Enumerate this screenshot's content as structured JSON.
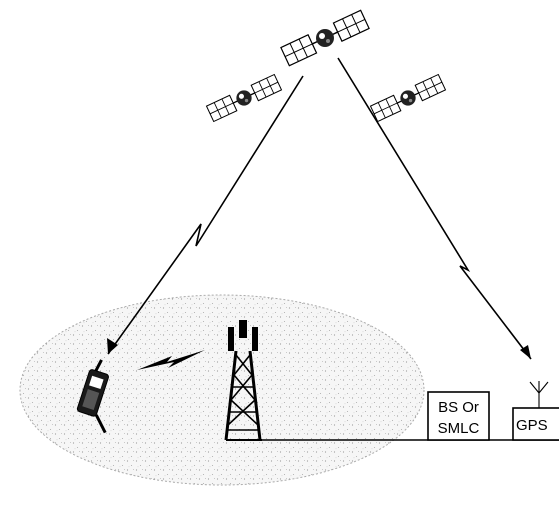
{
  "diagram": {
    "bs_box": {
      "line1": "BS Or",
      "line2": "SMLC"
    },
    "gps_box": {
      "label": "GPS"
    },
    "icons": {
      "satellites": [
        "satellite-icon",
        "satellite-icon",
        "satellite-icon"
      ],
      "phone": "mobile-phone-icon",
      "tower": "cell-tower-icon",
      "antenna": "gps-antenna-icon",
      "radio_link": "lightning-bolt-icon"
    },
    "colors": {
      "line": "#000000",
      "coverage_area_fill": "#f3f3f3",
      "background": "#ffffff"
    }
  }
}
